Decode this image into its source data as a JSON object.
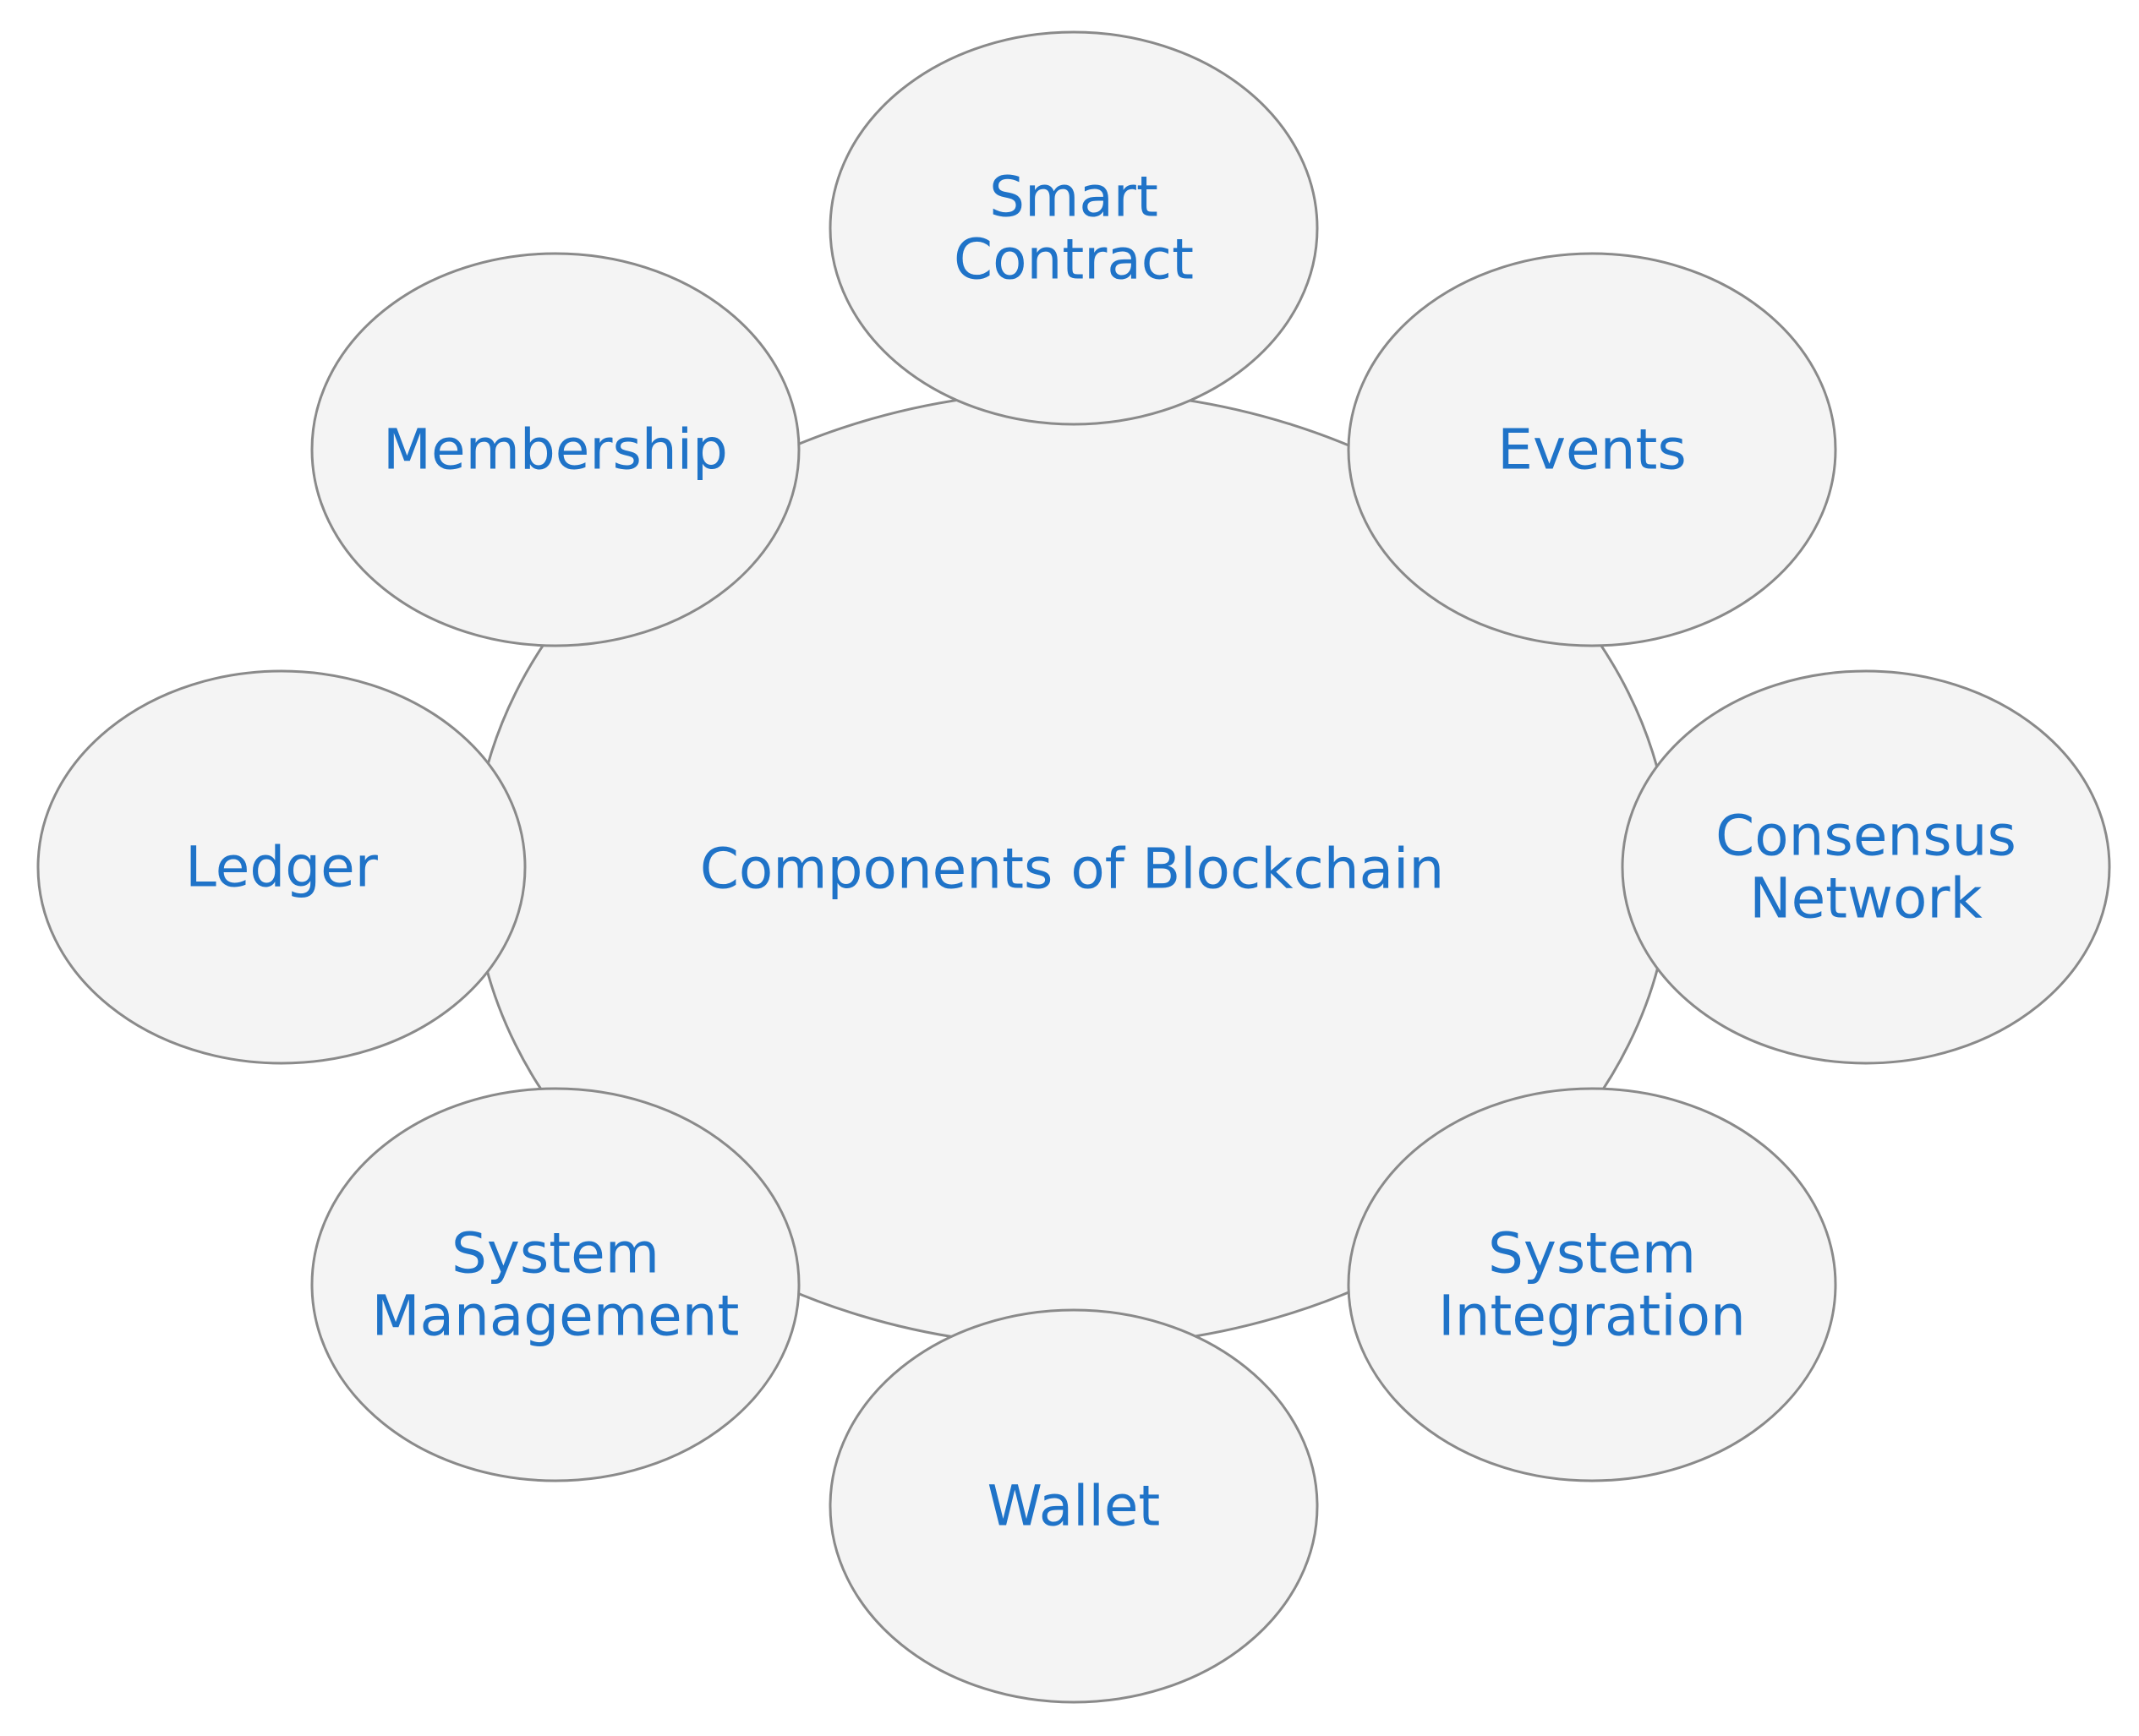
{
  "colors": {
    "fill": "#f4f4f4",
    "stroke": "#8a8a8a",
    "text": "#1f73c8"
  },
  "center": {
    "label": "Components of Blockchain"
  },
  "components": [
    {
      "id": "smart-contract",
      "lines": [
        "Smart",
        "Contract"
      ]
    },
    {
      "id": "events",
      "lines": [
        "Events"
      ]
    },
    {
      "id": "consensus-network",
      "lines": [
        "Consensus",
        "Network"
      ]
    },
    {
      "id": "system-integration",
      "lines": [
        "System",
        "Integration"
      ]
    },
    {
      "id": "wallet",
      "lines": [
        "Wallet"
      ]
    },
    {
      "id": "system-management",
      "lines": [
        "System",
        "Management"
      ]
    },
    {
      "id": "ledger",
      "lines": [
        "Ledger"
      ]
    },
    {
      "id": "membership",
      "lines": [
        "Membership"
      ]
    }
  ]
}
